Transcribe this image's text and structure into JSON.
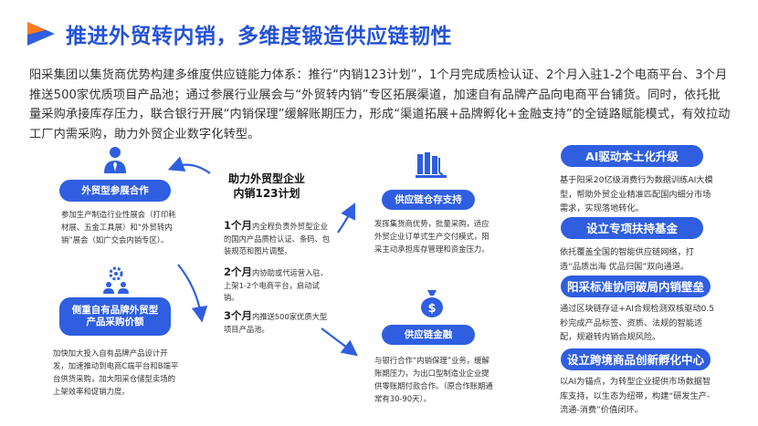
{
  "title": "推进外贸转内销，多维度锻造供应链韧性",
  "intro": "阳采集团以集货商优势构建多维度供应链能力体系：推行“内销123计划”，1个月完成质检认证、2个月入驻1-2个电商平台、3个月推送500家优质项目产品池；通过参展行业展会与“外贸转内销”专区拓展渠道，加速自有品牌产品向电商平台铺货。同时，依托批量采购承接库存压力，联合银行开展“内销保理”缓解账期压力，形成“渠道拓展+品牌孵化+金融支持”的全链路赋能模式，有效拉动工厂内需采购，助力外贸企业数字化转型。",
  "center": {
    "title_line1": "助力外贸型企业",
    "title_line2": "内销123计划",
    "items": [
      {
        "num": "1个月",
        "text": "内全程负责外贸型企业的国内产品质检认证、条码、包装规范和图片调整。"
      },
      {
        "num": "2个月",
        "text": "内协助或代运营入驻、上架1-2个电商平台，启动试销。"
      },
      {
        "num": "3个月",
        "text": "内推送500家优质大型项目产品池。"
      }
    ]
  },
  "left": [
    {
      "label": "外贸型参展合作",
      "text": "参加生产制造行业性展会（打印耗材展、五金工具展）和“外贸转内销”展会（如广交会内销专区）。",
      "icon": "user-tie-icon"
    },
    {
      "label": "侧重自有品牌外贸型产品采购价额",
      "text": "加快加大投入自有品牌产品设计开发，加速推动到电商C端平台和B端平台供货采购，加大阳采仓储型卖场的上架效率和促销力度。",
      "icon": "gear-people-icon"
    }
  ],
  "middle": [
    {
      "label": "供应链仓存支持",
      "text": "发挥集货商优势，批量采购，适应外贸企业订单式生产交付模式，阳采主动承担库存管理和资金压力。",
      "icon": "warehouse-icon"
    },
    {
      "label": "供应链金融",
      "text": "与银行合作“内销保理”业务，缓解账期压力，为出口型制造业企业提供零账期付款合作。（原合作账期通常有30-90天）。",
      "icon": "money-bag-icon"
    }
  ],
  "right": [
    {
      "label": "AI驱动本土化升级",
      "text": "基于阳采20亿级消费行为数据训练AI大模型，帮助外贸企业精准匹配国内细分市场需求，实现落地转化。"
    },
    {
      "label": "设立专项扶持基金",
      "text": "依托覆盖全国的智能供应链网络，打造“品质出海 优品归国”双向通道。"
    },
    {
      "label": "阳采标准协同破局内销壁垒",
      "text": "通过区块链存证+AI合规检测双核驱动0.5秒完成产品标签、资质、法规的智能适配，规避转内销合规风险。"
    },
    {
      "label": "设立跨境商品创新孵化中心",
      "text": "以AI为锚点，为转型企业提供市场数据智库支持，以生态为纽带，构建“研发生产-流通-消费”价值闭环。"
    }
  ],
  "colors": {
    "accent": "#2f5ee0",
    "title": "#2553d6",
    "logo_orange": "#ff7a1a"
  }
}
